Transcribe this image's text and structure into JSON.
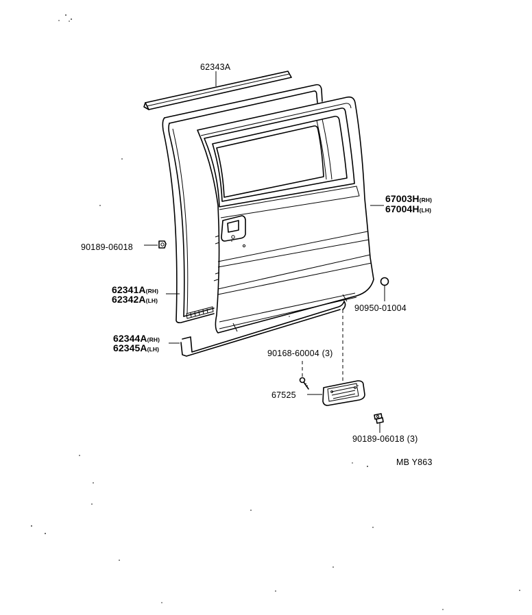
{
  "diagram": {
    "parts": {
      "weatherstrip_top": {
        "number": "62343A"
      },
      "door_panel": {
        "rh_number": "67003H",
        "rh_suffix": "(RH)",
        "lh_number": "67004H",
        "lh_suffix": "(LH)"
      },
      "clip_left": {
        "number": "90189-06018"
      },
      "weatherstrip_side": {
        "rh_number": "62341A",
        "rh_suffix": "(RH)",
        "lh_number": "62342A",
        "lh_suffix": "(LH)"
      },
      "plug": {
        "number": "90950-01004"
      },
      "weatherstrip_lower": {
        "rh_number": "62344A",
        "rh_suffix": "(RH)",
        "lh_number": "62345A",
        "lh_suffix": "(LH)"
      },
      "screw": {
        "number": "90168-60004",
        "qty": "(3)"
      },
      "step_plate": {
        "number": "67525"
      },
      "clip_bottom": {
        "number": "90189-06018",
        "qty": "(3)"
      }
    },
    "code": "MB Y863"
  }
}
